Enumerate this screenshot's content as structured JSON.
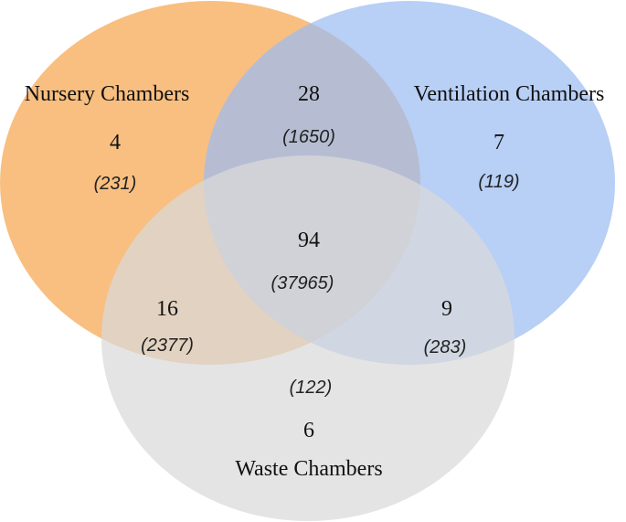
{
  "sets": {
    "nursery": {
      "label": "Nursery Chambers",
      "color": "#f7b46b"
    },
    "ventilation": {
      "label": "Ventilation Chambers",
      "color": "#9dbcf2"
    },
    "waste": {
      "label": "Waste Chambers",
      "color": "#d9d9d9"
    }
  },
  "regions": {
    "nursery_only": {
      "count": "4",
      "reads": "(231)"
    },
    "ventilation_only": {
      "count": "7",
      "reads": "(119)"
    },
    "waste_only": {
      "count": "6",
      "reads": "(122)"
    },
    "nursery_ventilation": {
      "count": "28",
      "reads": "(1650)"
    },
    "nursery_waste": {
      "count": "16",
      "reads": "(2377)"
    },
    "ventilation_waste": {
      "count": "9",
      "reads": "(283)"
    },
    "all_three": {
      "count": "94",
      "reads": "(37965)"
    }
  }
}
